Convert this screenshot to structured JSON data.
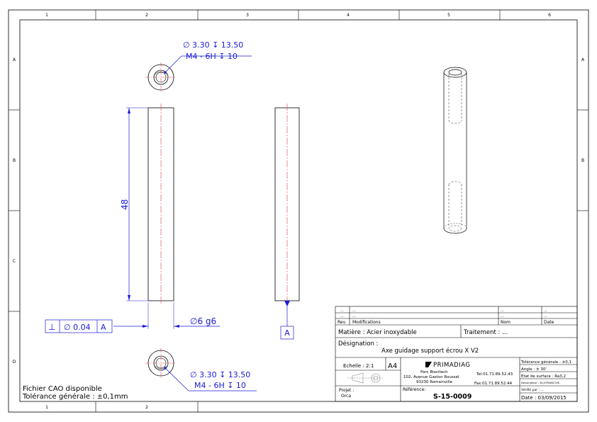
{
  "border": {
    "top_cols": [
      "1",
      "2",
      "3",
      "4",
      "5",
      "6"
    ],
    "bottom_cols": [
      "1",
      "2"
    ],
    "left_rows": [
      "A",
      "B",
      "C",
      "D"
    ],
    "right_rows": [
      "A",
      "B"
    ]
  },
  "callouts": {
    "top_line1": "∅ 3.30 ↧ 13.50",
    "top_line2": "M4 - 6H ↧ 10",
    "bottom_line1": "∅ 3.30 ↧ 13.50",
    "bottom_line2": "M4 - 6H ↧ 10"
  },
  "dims": {
    "length": "48",
    "diameter": "∅6 g6"
  },
  "gdt": {
    "symbol": "⊥",
    "tolerance": "∅ 0.04",
    "datum": "A"
  },
  "datum_label": "A",
  "notes": {
    "cad": "Fichier CAO disponible",
    "tolerance": "Tolérance générale : ±0,1mm"
  },
  "title_block": {
    "rev_rows": [
      {
        "rev": "...",
        "mod": "...",
        "nom": "...",
        "date": "..."
      },
      {
        "rev": "...",
        "mod": "...",
        "nom": "...",
        "date": "..."
      }
    ],
    "headers": {
      "rev": "Rev.",
      "mod": "Modifications",
      "nom": "Nom",
      "date": "Date"
    },
    "matiere": "Matière : Acier inoxydable",
    "traitement": "Traitement : ...",
    "designation_label": "Désignation :",
    "designation": "Axe guidage support écrou X V2",
    "echelle": "Echelle : 2:1",
    "format": "A4",
    "company_logo": "PRIMADIAG",
    "address": [
      "Parc Biocitech",
      "102, Avenue Gaston Roussel",
      "93230 Romainville"
    ],
    "tel": "Tel:01.71.89.52.43",
    "fax": "Fax:01.71.89.52.44",
    "tol_generale": "Tolérance générale : ±0,1",
    "angle": "Angle : ± 30'",
    "etat_surface": "Etat de surface : Ra3,2",
    "dessinateur": "Dessinateur : B.LEFRANCOIS",
    "verifie": "Vérifié par : ...",
    "projet_label": "Projet :",
    "projet": "Orca",
    "reference_label": "Référence:",
    "reference": "S-15-0009",
    "date": "Date : 03/09/2015"
  },
  "colors": {
    "line": "#000000",
    "dimension": "#1a1ad6",
    "centerline": "#e0404a"
  }
}
